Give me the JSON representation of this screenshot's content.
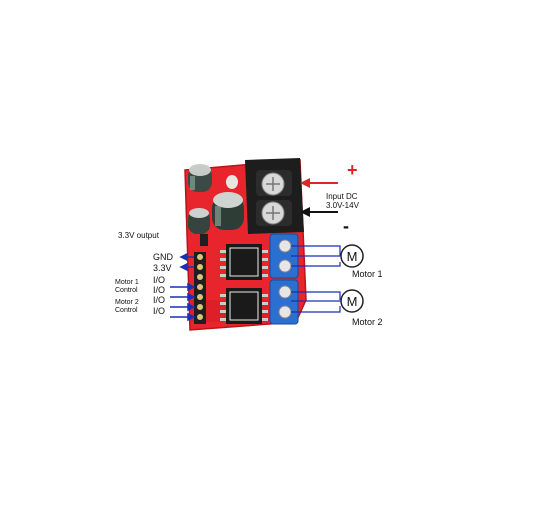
{
  "polarity": {
    "plus": "+",
    "minus": "-"
  },
  "input": {
    "line1": "Input DC",
    "line2": "3.0V-14V"
  },
  "output_label": "3.3V output",
  "pins": {
    "gnd": "GND",
    "v33": "3.3V",
    "io1": "I/O",
    "io2": "I/O",
    "io3": "I/O",
    "io4": "I/O"
  },
  "motor1_control": {
    "line1": "Motor 1",
    "line2": "Control"
  },
  "motor2_control": {
    "line1": "Motor 2",
    "line2": "Control"
  },
  "motors": {
    "m1_symbol": "M",
    "m1_label": "Motor 1",
    "m2_symbol": "M",
    "m2_label": "Motor 2"
  },
  "colors": {
    "pcb": "#e8242c",
    "arrow_red": "#e2232a",
    "arrow_blue": "#1a2fb8",
    "terminal_blue": "#2b6fd1",
    "terminal_black": "#222222"
  }
}
